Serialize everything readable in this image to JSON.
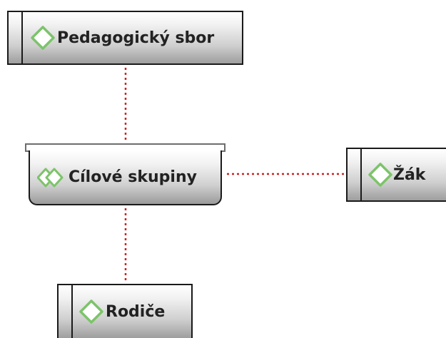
{
  "diagram": {
    "nodes": {
      "pedagogicky_sbor": {
        "label": "Pedagogický sbor",
        "icon": "diamond-icon"
      },
      "cilove_skupiny": {
        "label": "Cílové skupiny",
        "icon": "double-diamond-icon"
      },
      "zak": {
        "label": "Žák",
        "icon": "diamond-icon"
      },
      "rodice": {
        "label": "Rodiče",
        "icon": "diamond-icon"
      }
    },
    "edges": [
      {
        "from": "Cílové skupiny",
        "to": "Pedagogický sbor",
        "style": "dotted"
      },
      {
        "from": "Cílové skupiny",
        "to": "Žák",
        "style": "dotted"
      },
      {
        "from": "Cílové skupiny",
        "to": "Rodiče",
        "style": "dotted"
      }
    ],
    "colors": {
      "connector": "#cc2222",
      "icon_stroke": "#7dc36b",
      "icon_fill": "#ffffff",
      "node_border": "#1a1a1a"
    }
  }
}
